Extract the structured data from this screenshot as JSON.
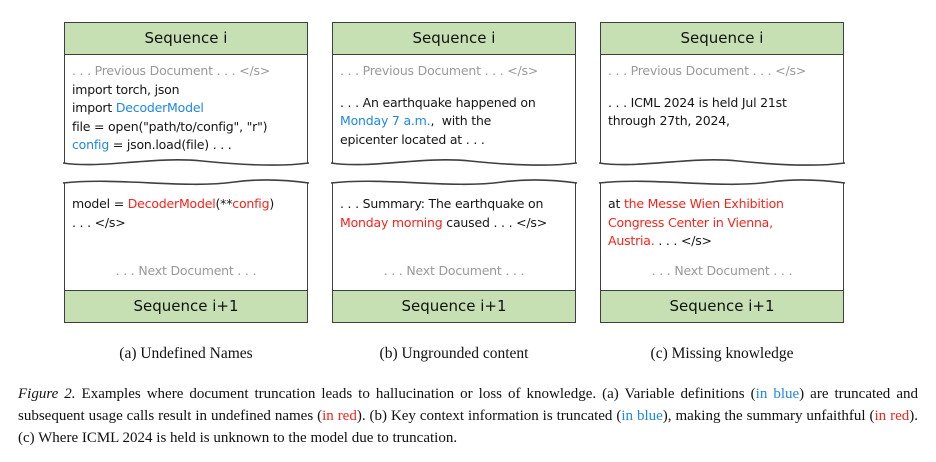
{
  "colors": {
    "header_green": "#c6e0b4",
    "box_border": "#3f3f3f",
    "blue": "#1e88e5",
    "red": "#f5241c",
    "gray": "#999999",
    "text": "#151515"
  },
  "panels": [
    {
      "id": "a",
      "caption": "(a) Undefined Names",
      "top": {
        "header": "Sequence i",
        "lines": [
          {
            "segs": [
              {
                "t": ". . . Previous Document . . . </s>",
                "c": "gray"
              }
            ]
          },
          {
            "segs": [
              {
                "t": "import torch, json"
              }
            ]
          },
          {
            "segs": [
              {
                "t": "import "
              },
              {
                "t": "DecoderModel",
                "c": "blue"
              }
            ]
          },
          {
            "segs": [
              {
                "t": "file = open(\"path/to/config\", \"r\")"
              }
            ]
          },
          {
            "segs": [
              {
                "t": "config",
                "c": "blue"
              },
              {
                "t": " = json.load(file) . . ."
              }
            ]
          }
        ]
      },
      "bottom": {
        "footer": "Sequence i+1",
        "lines": [
          {
            "segs": [
              {
                "t": "model = "
              },
              {
                "t": "DecoderModel",
                "c": "red"
              },
              {
                "t": "(**"
              },
              {
                "t": "config",
                "c": "red"
              },
              {
                "t": ")"
              }
            ]
          },
          {
            "segs": [
              {
                "t": ". . . </s>"
              }
            ]
          },
          {
            "next": true,
            "segs": [
              {
                "t": ". . . Next Document . . .",
                "c": "gray"
              }
            ]
          }
        ]
      }
    },
    {
      "id": "b",
      "caption": "(b) Ungrounded content",
      "top": {
        "header": "Sequence i",
        "lines": [
          {
            "segs": [
              {
                "t": ". . . Previous Document . . . </s>",
                "c": "gray"
              }
            ]
          },
          {
            "gap": true,
            "segs": [
              {
                "t": ". . . An earthquake happened on"
              }
            ]
          },
          {
            "segs": [
              {
                "t": "Monday 7 a.m.",
                "c": "blue"
              },
              {
                "t": ",  with the"
              }
            ]
          },
          {
            "segs": [
              {
                "t": "epicenter located at . . ."
              }
            ]
          }
        ]
      },
      "bottom": {
        "footer": "Sequence i+1",
        "lines": [
          {
            "segs": [
              {
                "t": ". . . Summary: The earthquake on"
              }
            ]
          },
          {
            "segs": [
              {
                "t": "Monday morning",
                "c": "red"
              },
              {
                "t": " caused . . . </s>"
              }
            ]
          },
          {
            "next": true,
            "segs": [
              {
                "t": ". . . Next Document . . .",
                "c": "gray"
              }
            ]
          }
        ]
      }
    },
    {
      "id": "c",
      "caption": "(c) Missing knowledge",
      "top": {
        "header": "Sequence i",
        "lines": [
          {
            "segs": [
              {
                "t": ". . . Previous Document . . . </s>",
                "c": "gray"
              }
            ]
          },
          {
            "gap": true,
            "segs": [
              {
                "t": ". . . ICML 2024 is held Jul 21st"
              }
            ]
          },
          {
            "segs": [
              {
                "t": "through 27th, 2024,"
              }
            ]
          }
        ]
      },
      "bottom": {
        "footer": "Sequence i+1",
        "lines": [
          {
            "segs": [
              {
                "t": "at "
              },
              {
                "t": "the Messe Wien Exhibition",
                "c": "red"
              }
            ]
          },
          {
            "segs": [
              {
                "t": "Congress Center in Vienna,",
                "c": "red"
              }
            ]
          },
          {
            "segs": [
              {
                "t": "Austria.",
                "c": "red"
              },
              {
                "t": " . . . </s>"
              }
            ]
          },
          {
            "next": true,
            "segs": [
              {
                "t": ". . . Next Document . . .",
                "c": "gray"
              }
            ]
          }
        ]
      }
    }
  ],
  "caption": {
    "segments": [
      {
        "t": "Figure 2.",
        "italic": true
      },
      {
        "t": " Examples where document truncation leads to hallucination or loss of knowledge. (a) Variable definitions ("
      },
      {
        "t": "in blue",
        "c": "blue"
      },
      {
        "t": ") are truncated and subsequent usage calls result in undefined names ("
      },
      {
        "t": "in red",
        "c": "red"
      },
      {
        "t": "). (b) Key context information is truncated ("
      },
      {
        "t": "in blue",
        "c": "blue"
      },
      {
        "t": "), making the summary unfaithful ("
      },
      {
        "t": "in red",
        "c": "red"
      },
      {
        "t": "). (c) Where ICML 2024 is held is unknown to the model due to truncation."
      }
    ]
  }
}
